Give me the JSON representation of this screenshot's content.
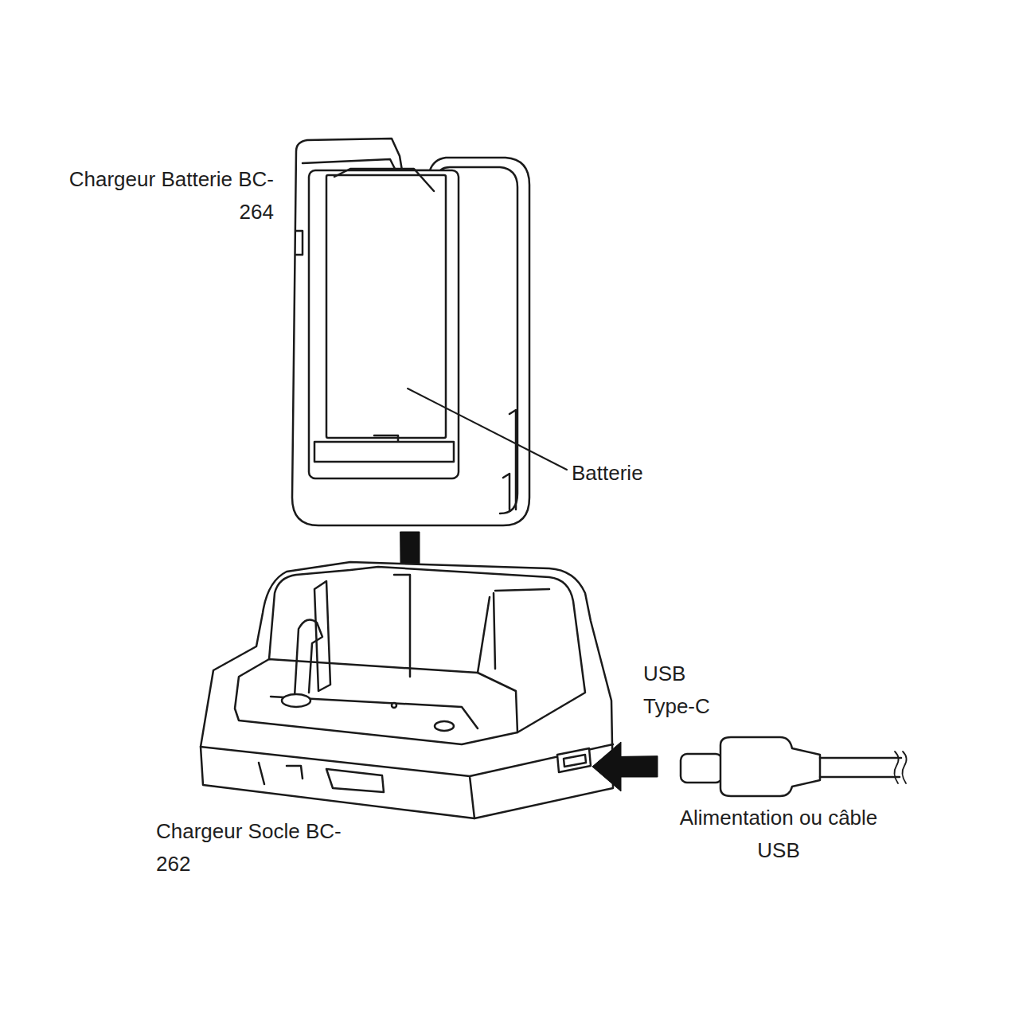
{
  "diagram": {
    "labels": [
      "Chargeur Batterie BC-264",
      "Batterie",
      "USB Type-C",
      "Chargeur Socle BC-262",
      "Alimentation ou câble USB"
    ]
  }
}
